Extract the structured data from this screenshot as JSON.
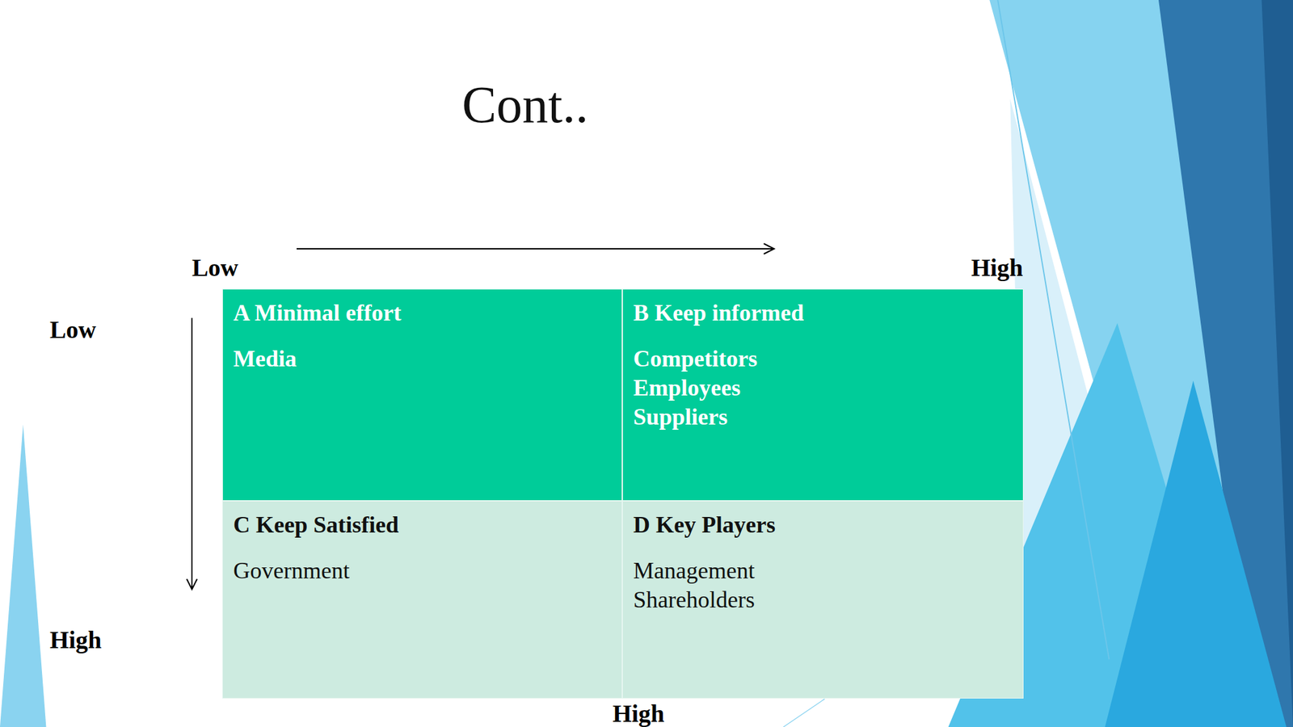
{
  "diagram": {
    "title": "Cont..",
    "nodes": [
      {
        "text": [
          "A Minimal effort",
          "Media"
        ]
      },
      {
        "text": [
          "B Keep informed",
          "Competitors",
          "Employees",
          "Suppliers"
        ]
      },
      {
        "text": [
          "C Keep Satisfied",
          "Government"
        ]
      },
      {
        "text": [
          "D Key Players",
          "Management",
          "Shareholders"
        ]
      }
    ],
    "labels": [
      "Low",
      "High",
      "Low",
      "High",
      "High"
    ]
  }
}
